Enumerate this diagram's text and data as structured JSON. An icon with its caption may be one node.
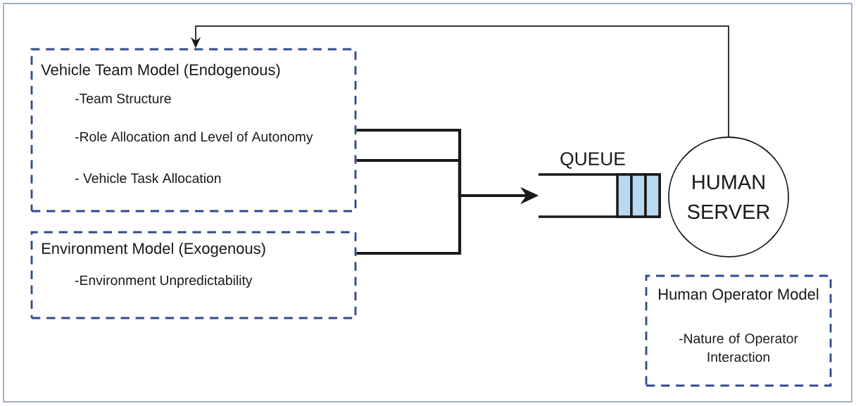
{
  "diagram": {
    "nodes": [
      {
        "text": [
          "Vehicle Team Model (Endogenous)",
          "-Team Structure",
          "-Role Allocation and Level of Autonomy",
          "- Vehicle Task Allocation"
        ]
      },
      {
        "text": [
          "Environment Model (Exogenous)",
          "-Environment Unpredictability"
        ]
      },
      {
        "text": [
          "QUEUE"
        ]
      },
      {
        "text": [
          "HUMAN SERVER"
        ]
      },
      {
        "text": [
          "Human Operator Model",
          "-Nature of Operator Interaction"
        ]
      }
    ],
    "edges": [
      {
        "from": 0,
        "to": 2,
        "arrow": "to"
      },
      {
        "from": 0,
        "to": 2,
        "arrow": "to"
      },
      {
        "from": 1,
        "to": 2,
        "arrow": "to"
      },
      {
        "from": 3,
        "to": 0,
        "arrow": "to"
      }
    ]
  }
}
